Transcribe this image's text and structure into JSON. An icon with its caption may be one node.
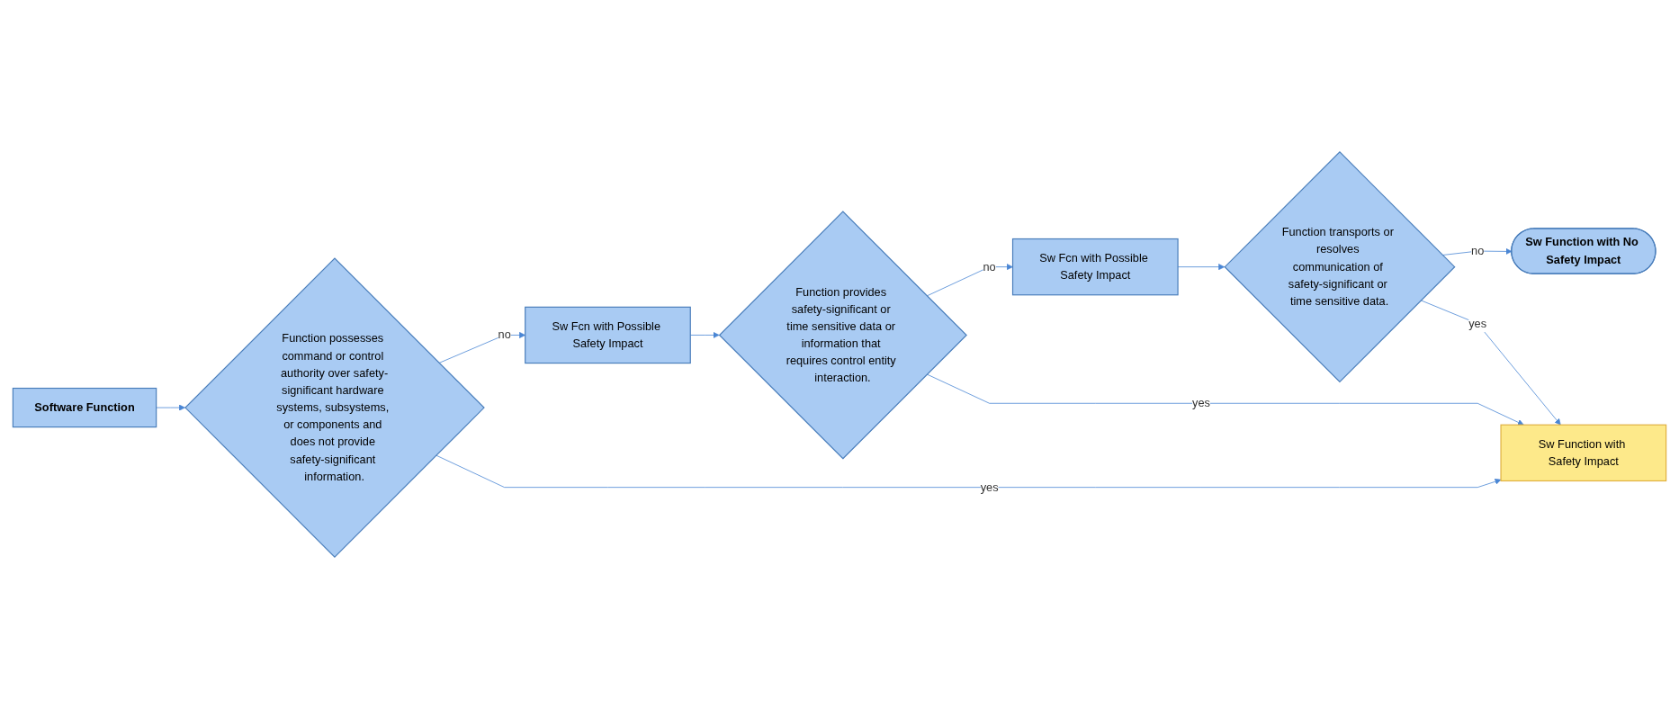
{
  "diagram": {
    "nodes": [
      {
        "text": [
          "Software Function"
        ]
      },
      {
        "text": [
          "Function possesses command or control authority over safety-significant hardware systems, subsystems, or components and does not provide safety-significant information."
        ]
      },
      {
        "text": [
          "Sw Fcn with Possible Safety Impact"
        ]
      },
      {
        "text": [
          "Function provides safety-significant or time sensitive data or information that requires control entity interaction."
        ]
      },
      {
        "text": [
          "Sw Fcn with Possible Safety Impact"
        ]
      },
      {
        "text": [
          "Function transports or resolves communication of safety-significant or time sensitive data."
        ]
      },
      {
        "text": [
          "Sw Function with Safety Impact"
        ]
      },
      {
        "text": [
          "Sw Function with No Safety Impact"
        ]
      }
    ],
    "edges": [
      {
        "from": 0,
        "to": 1,
        "arrow": "to"
      },
      {
        "from": 1,
        "to": 2,
        "arrow": "to",
        "label": "no"
      },
      {
        "from": 2,
        "to": 3,
        "arrow": "to"
      },
      {
        "from": 3,
        "to": 4,
        "arrow": "to",
        "label": "no"
      },
      {
        "from": 4,
        "to": 5,
        "arrow": "to"
      },
      {
        "from": 5,
        "to": 7,
        "arrow": "to",
        "label": "no"
      },
      {
        "from": 1,
        "to": 6,
        "arrow": "to",
        "label": "yes"
      },
      {
        "from": 3,
        "to": 6,
        "arrow": "to",
        "label": "yes"
      },
      {
        "from": 5,
        "to": 6,
        "arrow": "to",
        "label": "yes"
      }
    ]
  }
}
